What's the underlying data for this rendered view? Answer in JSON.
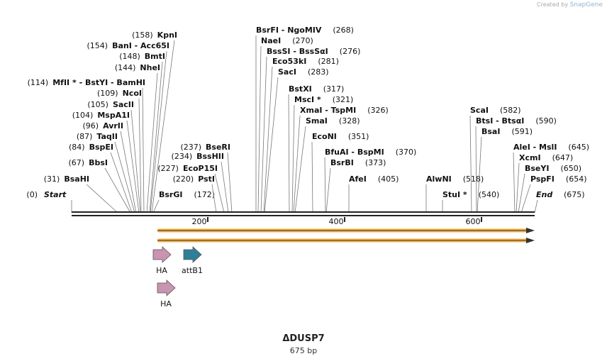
{
  "credit": {
    "prefix": "Created by",
    "brand": "SnapGene"
  },
  "title": "ΔDUSP7",
  "length_label": "675 bp",
  "start_label": {
    "pos": "(0)",
    "name": "Start"
  },
  "end_label": {
    "name": "End",
    "pos": "(675)"
  },
  "ruler_ticks": [
    "200",
    "400",
    "600"
  ],
  "sites": [
    {
      "name": "BsaHI",
      "pos": "(31)",
      "side": "left"
    },
    {
      "name": "BbsI",
      "pos": "(67)",
      "side": "left"
    },
    {
      "name": "BspEI",
      "pos": "(84)",
      "side": "left"
    },
    {
      "name": "TaqII",
      "pos": "(87)",
      "side": "left"
    },
    {
      "name": "AvrII",
      "pos": "(96)",
      "side": "left"
    },
    {
      "name": "MspA1I",
      "pos": "(104)",
      "side": "left"
    },
    {
      "name": "SacII",
      "pos": "(105)",
      "side": "left"
    },
    {
      "name": "NcoI",
      "pos": "(109)",
      "side": "left"
    },
    {
      "name": "MfII * - BstYI - BamHI",
      "pos": "(114)",
      "side": "left"
    },
    {
      "name": "NheI",
      "pos": "(144)",
      "side": "left"
    },
    {
      "name": "BmtI",
      "pos": "(148)",
      "side": "left"
    },
    {
      "name": "BanI - Acc65I",
      "pos": "(154)",
      "side": "left"
    },
    {
      "name": "KpnI",
      "pos": "(158)",
      "side": "left"
    },
    {
      "name": "BsrGI",
      "pos": "(172)",
      "side": "right"
    },
    {
      "name": "PstI",
      "pos": "(220)",
      "side": "left"
    },
    {
      "name": "EcoP15I",
      "pos": "(227)",
      "side": "left"
    },
    {
      "name": "BssHII",
      "pos": "(234)",
      "side": "left"
    },
    {
      "name": "BseRI",
      "pos": "(237)",
      "side": "left"
    },
    {
      "name": "BsrFI - NgoMIV",
      "pos": "(268)",
      "side": "right"
    },
    {
      "name": "NaeI",
      "pos": "(270)",
      "side": "right"
    },
    {
      "name": "BssSI - BssSαI",
      "pos": "(276)",
      "side": "right"
    },
    {
      "name": "Eco53kI",
      "pos": "(281)",
      "side": "right"
    },
    {
      "name": "SacI",
      "pos": "(283)",
      "side": "right"
    },
    {
      "name": "BstXI",
      "pos": "(317)",
      "side": "right"
    },
    {
      "name": "MscI *",
      "pos": "(321)",
      "side": "right"
    },
    {
      "name": "XmaI - TspMI",
      "pos": "(326)",
      "side": "right"
    },
    {
      "name": "SmaI",
      "pos": "(328)",
      "side": "right"
    },
    {
      "name": "EcoNI",
      "pos": "(351)",
      "side": "right"
    },
    {
      "name": "BfuAI - BspMI",
      "pos": "(370)",
      "side": "right"
    },
    {
      "name": "BsrBI",
      "pos": "(373)",
      "side": "right"
    },
    {
      "name": "AfeI",
      "pos": "(405)",
      "side": "right"
    },
    {
      "name": "AlwNI",
      "pos": "(518)",
      "side": "right"
    },
    {
      "name": "StuI *",
      "pos": "(540)",
      "side": "right"
    },
    {
      "name": "ScaI",
      "pos": "(582)",
      "side": "right"
    },
    {
      "name": "BtsI - BtsαI",
      "pos": "(590)",
      "side": "right"
    },
    {
      "name": "BsaI",
      "pos": "(591)",
      "side": "right"
    },
    {
      "name": "AleI - MslI",
      "pos": "(645)",
      "side": "right"
    },
    {
      "name": "XcmI",
      "pos": "(647)",
      "side": "right"
    },
    {
      "name": "BseYI",
      "pos": "(650)",
      "side": "right"
    },
    {
      "name": "PspFI",
      "pos": "(654)",
      "side": "right"
    }
  ],
  "features": [
    {
      "name": "HA",
      "color": "#c994b0",
      "row": 1
    },
    {
      "name": "attB1",
      "color": "#2f7f9a",
      "row": 1
    },
    {
      "name": "HA",
      "color": "#c994b0",
      "row": 2
    }
  ],
  "orf_color": "#f5b042"
}
